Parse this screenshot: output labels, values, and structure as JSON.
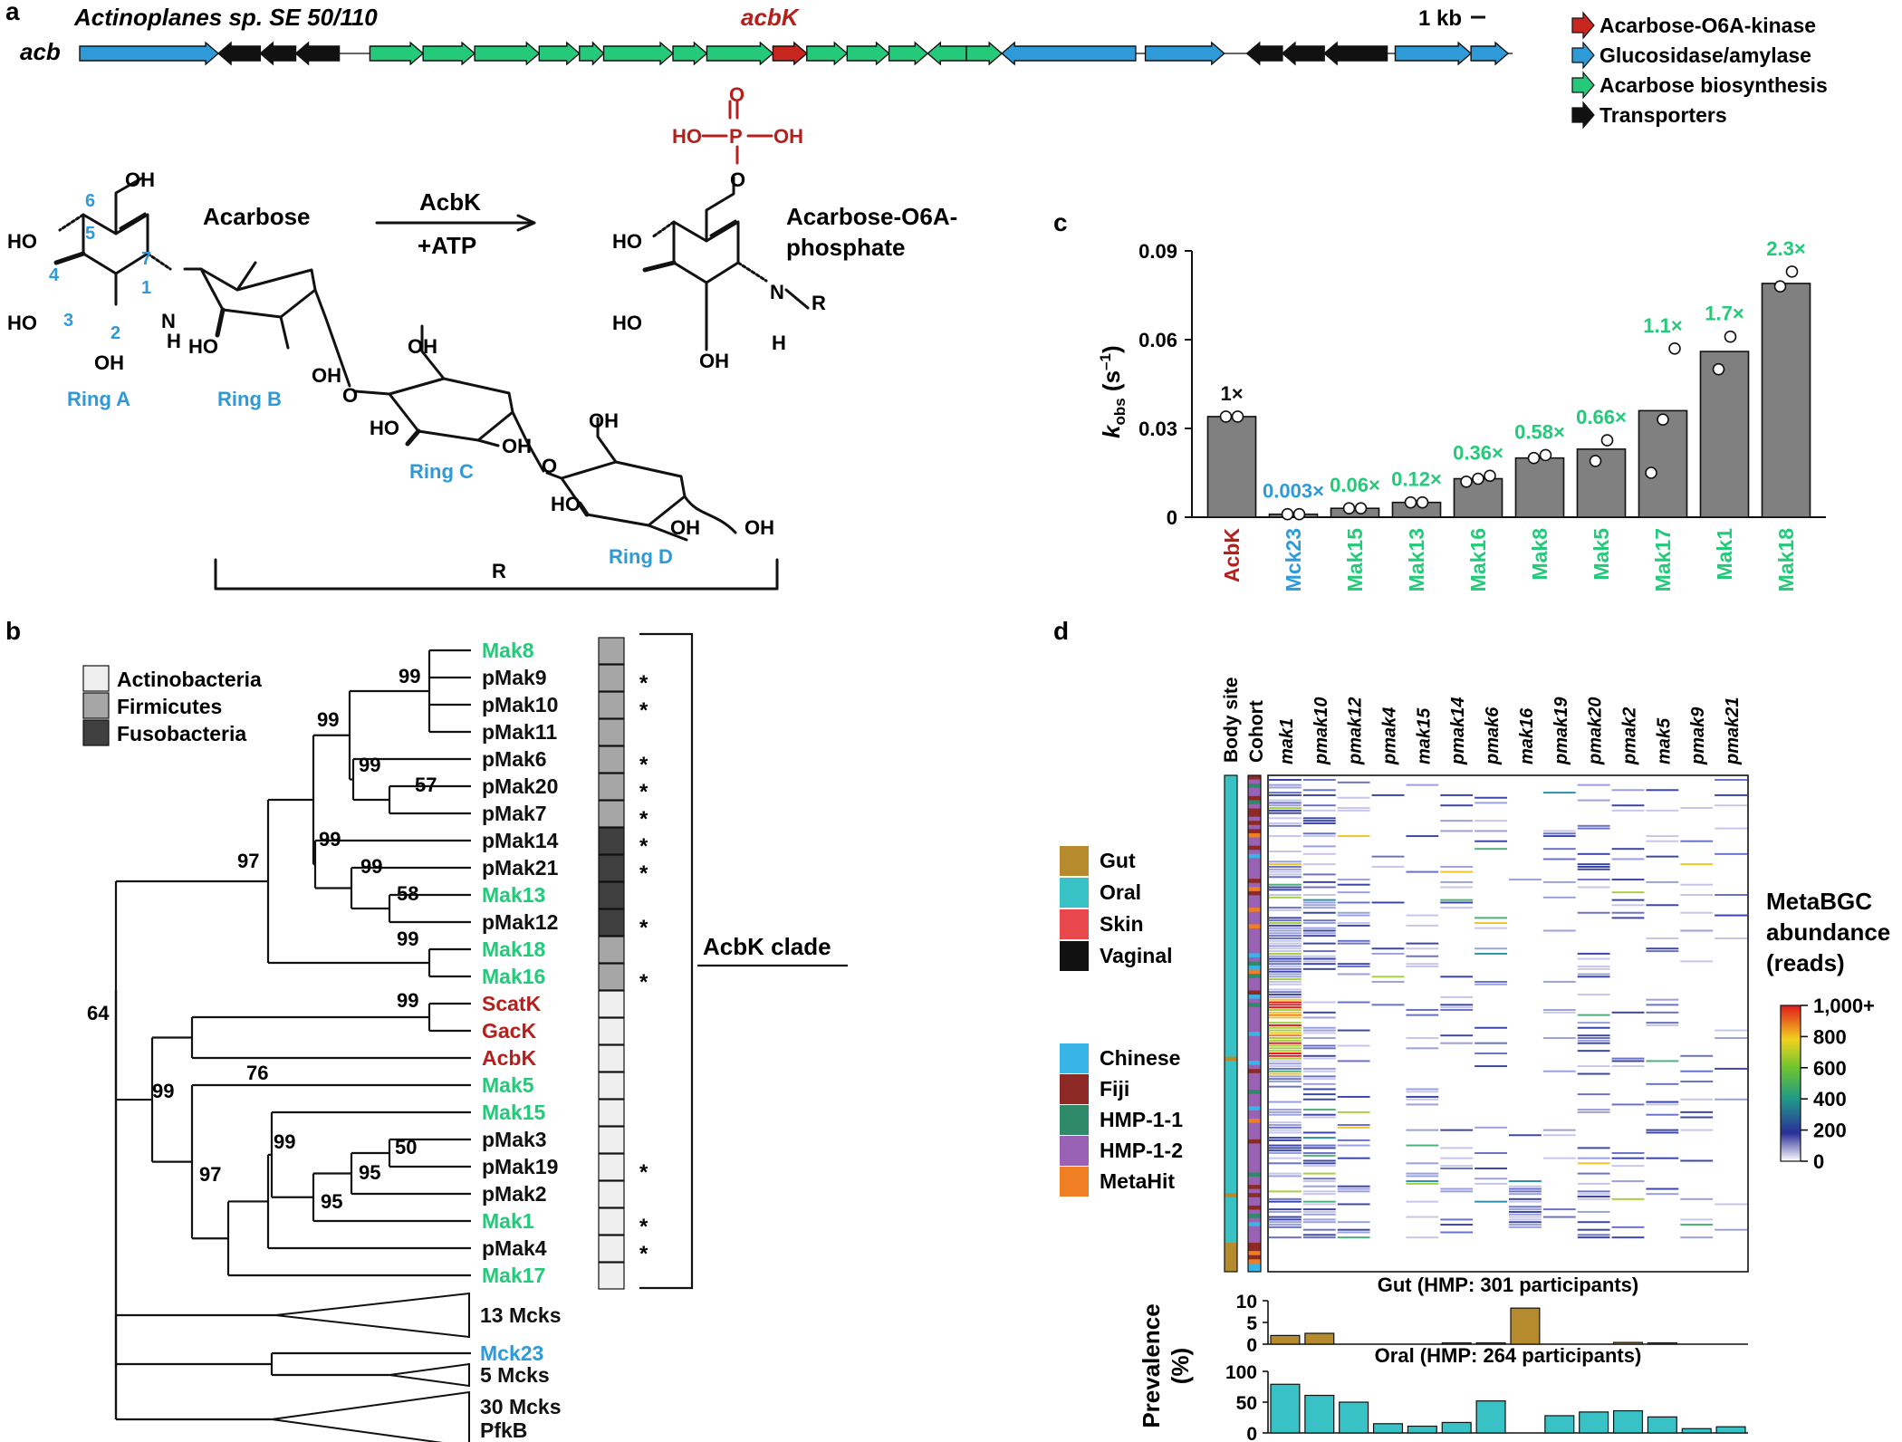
{
  "panel_labels": [
    "a",
    "b",
    "c",
    "d"
  ],
  "panel_a": {
    "organism": "Actinoplanes sp. SE 50/110",
    "cluster_label": "acb",
    "gene_label": "acbK",
    "scale_label": "1 kb",
    "gene_arrows": [
      {
        "cat": "glucosidase",
        "dir": "r",
        "start": 0.0,
        "end": 8.6
      },
      {
        "cat": "transporter",
        "dir": "l",
        "start": 8.6,
        "end": 11.2
      },
      {
        "cat": "transporter",
        "dir": "l",
        "start": 11.2,
        "end": 13.4
      },
      {
        "cat": "transporter",
        "dir": "l",
        "start": 13.4,
        "end": 16.1
      },
      {
        "cat": "biosynthesis",
        "dir": "r",
        "start": 18.0,
        "end": 21.3
      },
      {
        "cat": "biosynthesis",
        "dir": "r",
        "start": 21.3,
        "end": 24.5
      },
      {
        "cat": "biosynthesis",
        "dir": "r",
        "start": 24.5,
        "end": 28.5
      },
      {
        "cat": "biosynthesis",
        "dir": "r",
        "start": 28.5,
        "end": 31.0
      },
      {
        "cat": "biosynthesis",
        "dir": "r",
        "start": 31.0,
        "end": 32.5
      },
      {
        "cat": "biosynthesis",
        "dir": "r",
        "start": 32.5,
        "end": 36.8
      },
      {
        "cat": "biosynthesis",
        "dir": "r",
        "start": 36.8,
        "end": 38.9
      },
      {
        "cat": "biosynthesis",
        "dir": "r",
        "start": 38.9,
        "end": 43.0
      },
      {
        "cat": "kinase",
        "dir": "r",
        "start": 43.0,
        "end": 45.1
      },
      {
        "cat": "biosynthesis",
        "dir": "r",
        "start": 45.1,
        "end": 47.6
      },
      {
        "cat": "biosynthesis",
        "dir": "r",
        "start": 47.6,
        "end": 50.2
      },
      {
        "cat": "biosynthesis",
        "dir": "r",
        "start": 50.2,
        "end": 52.6
      },
      {
        "cat": "biosynthesis",
        "dir": "l",
        "start": 52.6,
        "end": 55.0
      },
      {
        "cat": "biosynthesis",
        "dir": "r",
        "start": 55.0,
        "end": 57.2
      },
      {
        "cat": "glucosidase",
        "dir": "l",
        "start": 57.2,
        "end": 65.5
      },
      {
        "cat": "glucosidase",
        "dir": "r",
        "start": 66.1,
        "end": 71.0
      },
      {
        "cat": "transporter",
        "dir": "l",
        "start": 72.4,
        "end": 74.6
      },
      {
        "cat": "transporter",
        "dir": "l",
        "start": 74.6,
        "end": 77.2
      },
      {
        "cat": "transporter",
        "dir": "l",
        "start": 77.2,
        "end": 81.1
      },
      {
        "cat": "glucosidase",
        "dir": "r",
        "start": 81.6,
        "end": 86.3
      },
      {
        "cat": "glucosidase",
        "dir": "r",
        "start": 86.3,
        "end": 88.6
      }
    ],
    "legend": [
      {
        "cat": "kinase",
        "label": "Acarbose-O6A-kinase"
      },
      {
        "cat": "glucosidase",
        "label": "Glucosidase/amylase"
      },
      {
        "cat": "biosynthesis",
        "label": "Acarbose biosynthesis"
      },
      {
        "cat": "transporter",
        "label": "Transporters"
      }
    ],
    "colors": {
      "kinase": "#c8271f",
      "glucosidase": "#2e9ad8",
      "biosynthesis": "#25c97a",
      "transporter": "#111111",
      "blue_text": "#2e9ad8",
      "red_text": "#b5201c",
      "green_text": "#25c97a"
    },
    "scheme": {
      "acarbose_label": "Acarbose",
      "enzyme": "AcbK",
      "cofactor": "+ATP",
      "product_line1": "Acarbose-O6A-",
      "product_line2": "phosphate",
      "ring_labels": [
        "Ring A",
        "Ring B",
        "Ring C",
        "Ring D"
      ],
      "R_label": "R",
      "numbers": [
        "6",
        "5",
        "7",
        "4",
        "1",
        "3",
        "2"
      ],
      "groups": {
        "OH": "OH",
        "HO": "HO",
        "N": "N",
        "H": "H",
        "HN": "H",
        "P": "P",
        "O": "O",
        "HO_P": "HO",
        "OH_P": "OH",
        "R": "R"
      }
    }
  },
  "panel_b": {
    "legend": [
      {
        "label": "Actinobacteria",
        "color": "#efefef"
      },
      {
        "label": "Firmicutes",
        "color": "#a6a6a6"
      },
      {
        "label": "Fusobacteria",
        "color": "#3f3f3f"
      }
    ],
    "leaves": [
      {
        "name": "Mak8",
        "color": "green",
        "phylum": 1,
        "star": false
      },
      {
        "name": "pMak9",
        "color": "black",
        "phylum": 1,
        "star": true
      },
      {
        "name": "pMak10",
        "color": "black",
        "phylum": 1,
        "star": true
      },
      {
        "name": "pMak11",
        "color": "black",
        "phylum": 1,
        "star": false
      },
      {
        "name": "pMak6",
        "color": "black",
        "phylum": 1,
        "star": true
      },
      {
        "name": "pMak20",
        "color": "black",
        "phylum": 1,
        "star": true
      },
      {
        "name": "pMak7",
        "color": "black",
        "phylum": 1,
        "star": true
      },
      {
        "name": "pMak14",
        "color": "black",
        "phylum": 2,
        "star": true
      },
      {
        "name": "pMak21",
        "color": "black",
        "phylum": 2,
        "star": true
      },
      {
        "name": "Mak13",
        "color": "green",
        "phylum": 2,
        "star": false
      },
      {
        "name": "pMak12",
        "color": "black",
        "phylum": 2,
        "star": true
      },
      {
        "name": "Mak18",
        "color": "green",
        "phylum": 1,
        "star": false
      },
      {
        "name": "Mak16",
        "color": "green",
        "phylum": 1,
        "star": true
      },
      {
        "name": "ScatK",
        "color": "red",
        "phylum": 0,
        "star": false
      },
      {
        "name": "GacK",
        "color": "red",
        "phylum": 0,
        "star": false
      },
      {
        "name": "AcbK",
        "color": "red",
        "phylum": 0,
        "star": false
      },
      {
        "name": "Mak5",
        "color": "green",
        "phylum": 0,
        "star": false
      },
      {
        "name": "Mak15",
        "color": "green",
        "phylum": 0,
        "star": false
      },
      {
        "name": "pMak3",
        "color": "black",
        "phylum": 0,
        "star": false
      },
      {
        "name": "pMak19",
        "color": "black",
        "phylum": 0,
        "star": true
      },
      {
        "name": "pMak2",
        "color": "black",
        "phylum": 0,
        "star": false
      },
      {
        "name": "Mak1",
        "color": "green",
        "phylum": 0,
        "star": true
      },
      {
        "name": "pMak4",
        "color": "black",
        "phylum": 0,
        "star": true
      },
      {
        "name": "Mak17",
        "color": "green",
        "phylum": 0,
        "star": false
      }
    ],
    "star_symbol": "*",
    "bootstrap": [
      "99",
      "99",
      "99",
      "57",
      "99",
      "99",
      "58",
      "97",
      "99",
      "64",
      "99",
      "99",
      "76",
      "50",
      "95",
      "95",
      "97",
      "99"
    ],
    "clade_label": "AcbK clade",
    "collapsed": [
      {
        "label": "13 Mcks"
      },
      {
        "label": "Mck23",
        "color": "blue"
      },
      {
        "label": "5 Mcks"
      },
      {
        "label": "30 Mcks"
      },
      {
        "label": "PfkB"
      }
    ]
  },
  "chart_data": [
    {
      "type": "bar",
      "panel": "c",
      "ylabel_main": "k",
      "ylabel_sub": "obs",
      "ylabel_unit": " (s",
      "ylabel_exp": "–1",
      "ylabel_close": ")",
      "ylim": [
        0,
        0.09
      ],
      "yticks": [
        "0",
        "0.03",
        "0.06",
        "0.09"
      ],
      "categories": [
        "AcbK",
        "Mck23",
        "Mak15",
        "Mak13",
        "Mak16",
        "Mak8",
        "Mak5",
        "Mak17",
        "Mak1",
        "Mak18"
      ],
      "category_colors": [
        "red",
        "blue",
        "green",
        "green",
        "green",
        "green",
        "green",
        "green",
        "green",
        "green"
      ],
      "values": [
        0.034,
        0.001,
        0.003,
        0.005,
        0.013,
        0.02,
        0.023,
        0.036,
        0.056,
        0.079
      ],
      "points": [
        [
          0.034,
          0.034
        ],
        [
          0.001,
          0.001
        ],
        [
          0.003,
          0.003
        ],
        [
          0.005,
          0.005
        ],
        [
          0.012,
          0.013,
          0.014
        ],
        [
          0.02,
          0.021
        ],
        [
          0.019,
          0.026
        ],
        [
          0.015,
          0.033,
          0.057
        ],
        [
          0.05,
          0.061
        ],
        [
          0.078,
          0.083
        ]
      ],
      "fold_labels": [
        "1×",
        "0.003×",
        "0.06×",
        "0.12×",
        "0.36×",
        "0.58×",
        "0.66×",
        "1.1×",
        "1.7×",
        "2.3×"
      ],
      "bar_color": "#808080"
    },
    {
      "type": "heatmap",
      "panel": "d",
      "columns": [
        "mak1",
        "pmak10",
        "pmak12",
        "pmak4",
        "mak15",
        "pmak14",
        "pmak6",
        "mak16",
        "pmak19",
        "pmak20",
        "pmak2",
        "mak5",
        "pmak9",
        "pmak21"
      ],
      "column_density": [
        0.55,
        0.4,
        0.22,
        0.05,
        0.12,
        0.15,
        0.2,
        0.06,
        0.1,
        0.2,
        0.12,
        0.12,
        0.1,
        0.08
      ],
      "side_columns": [
        "Body site",
        "Cohort"
      ],
      "body_site_legend": [
        {
          "label": "Gut",
          "color": "#b58b2d"
        },
        {
          "label": "Oral",
          "color": "#39c2c6"
        },
        {
          "label": "Skin",
          "color": "#e8484c"
        },
        {
          "label": "Vaginal",
          "color": "#111111"
        }
      ],
      "cohort_legend": [
        {
          "label": "Chinese",
          "color": "#39b4e6"
        },
        {
          "label": "Fiji",
          "color": "#8e2a25"
        },
        {
          "label": "HMP-1-1",
          "color": "#2f8a6a"
        },
        {
          "label": "HMP-1-2",
          "color": "#9a62b5"
        },
        {
          "label": "MetaHit",
          "color": "#ef7f22"
        }
      ],
      "colorbar_title": [
        "MetaBGC",
        "abundance",
        "(reads)"
      ],
      "colorbar_ticks": [
        "1,000+",
        "800",
        "600",
        "400",
        "200",
        "0"
      ],
      "prevalence_ylabel": [
        "Prevalence",
        "(%)"
      ],
      "gut": {
        "title": "Gut (HMP: 301 participants)",
        "yticks": [
          "0",
          "5",
          "10"
        ],
        "ylim": [
          0,
          10
        ],
        "values": [
          2,
          2.5,
          0,
          0,
          0,
          0.3,
          0.3,
          8.3,
          0,
          0,
          0.4,
          0.3,
          0,
          0
        ],
        "color": "#b58b2d"
      },
      "oral": {
        "title": "Oral (HMP: 264 participants)",
        "yticks": [
          "0",
          "50",
          "100"
        ],
        "ylim": [
          0,
          100
        ],
        "values": [
          79,
          61,
          50,
          15,
          11,
          17,
          52,
          0,
          28,
          34,
          36,
          26,
          7,
          10
        ],
        "color": "#39c2c6"
      }
    }
  ]
}
